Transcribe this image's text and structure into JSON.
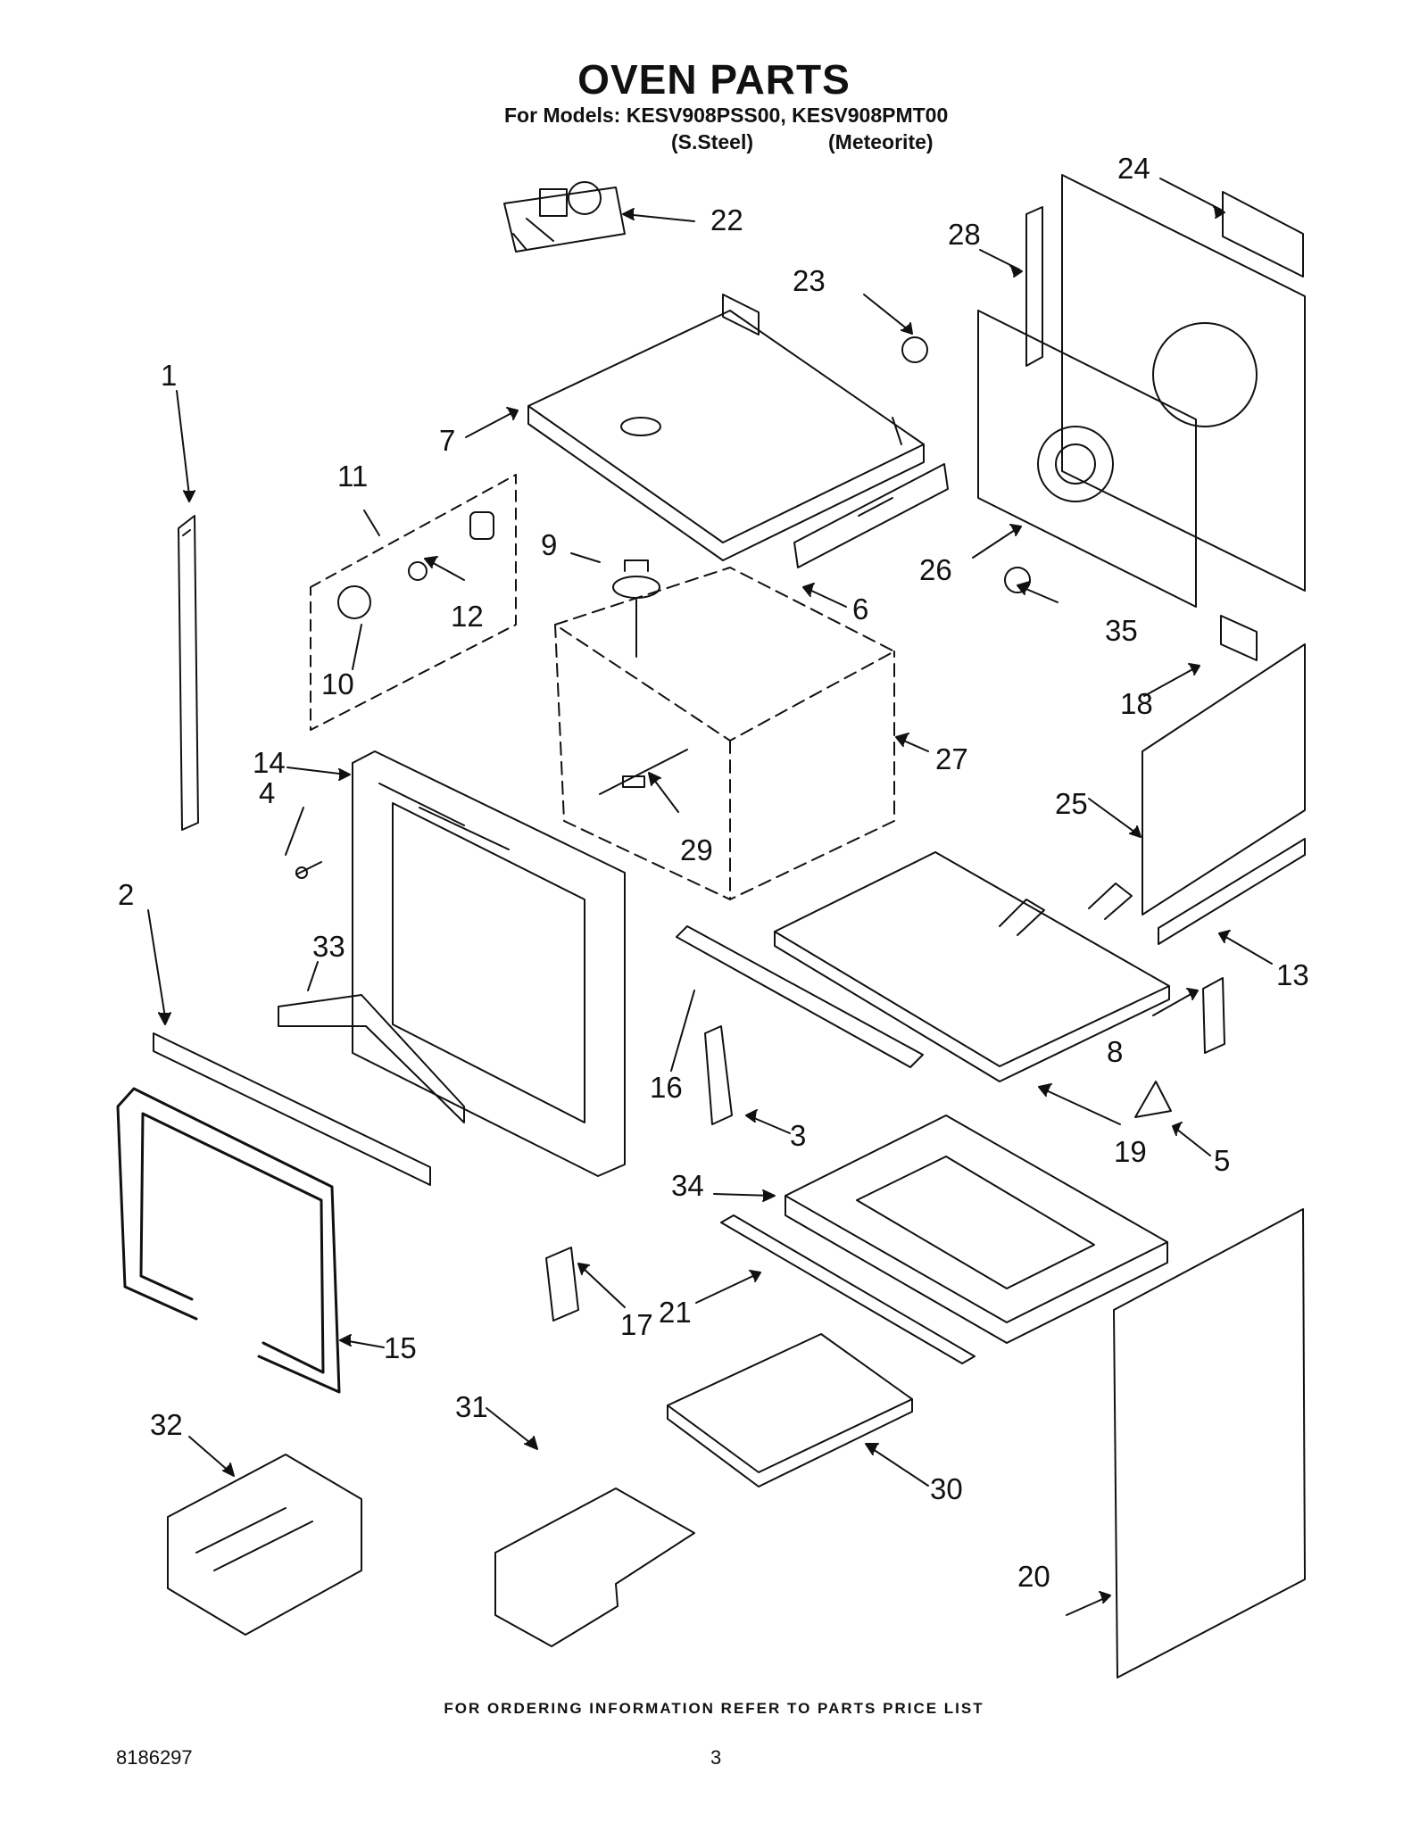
{
  "header": {
    "title": "OVEN PARTS",
    "models_line": "For Models: KESV908PSS00, KESV908PMT00",
    "finish_1": "(S.Steel)",
    "finish_2": "(Meteorite)"
  },
  "callouts": [
    "1",
    "2",
    "3",
    "4",
    "5",
    "6",
    "7",
    "8",
    "9",
    "10",
    "11",
    "12",
    "13",
    "14",
    "15",
    "16",
    "17",
    "18",
    "19",
    "20",
    "21",
    "22",
    "23",
    "24",
    "25",
    "26",
    "27",
    "28",
    "29",
    "30",
    "31",
    "32",
    "33",
    "34",
    "35"
  ],
  "footer": {
    "ordering_note": "FOR ORDERING INFORMATION REFER TO PARTS PRICE LIST",
    "doc_number": "8186297",
    "page_number": "3"
  }
}
